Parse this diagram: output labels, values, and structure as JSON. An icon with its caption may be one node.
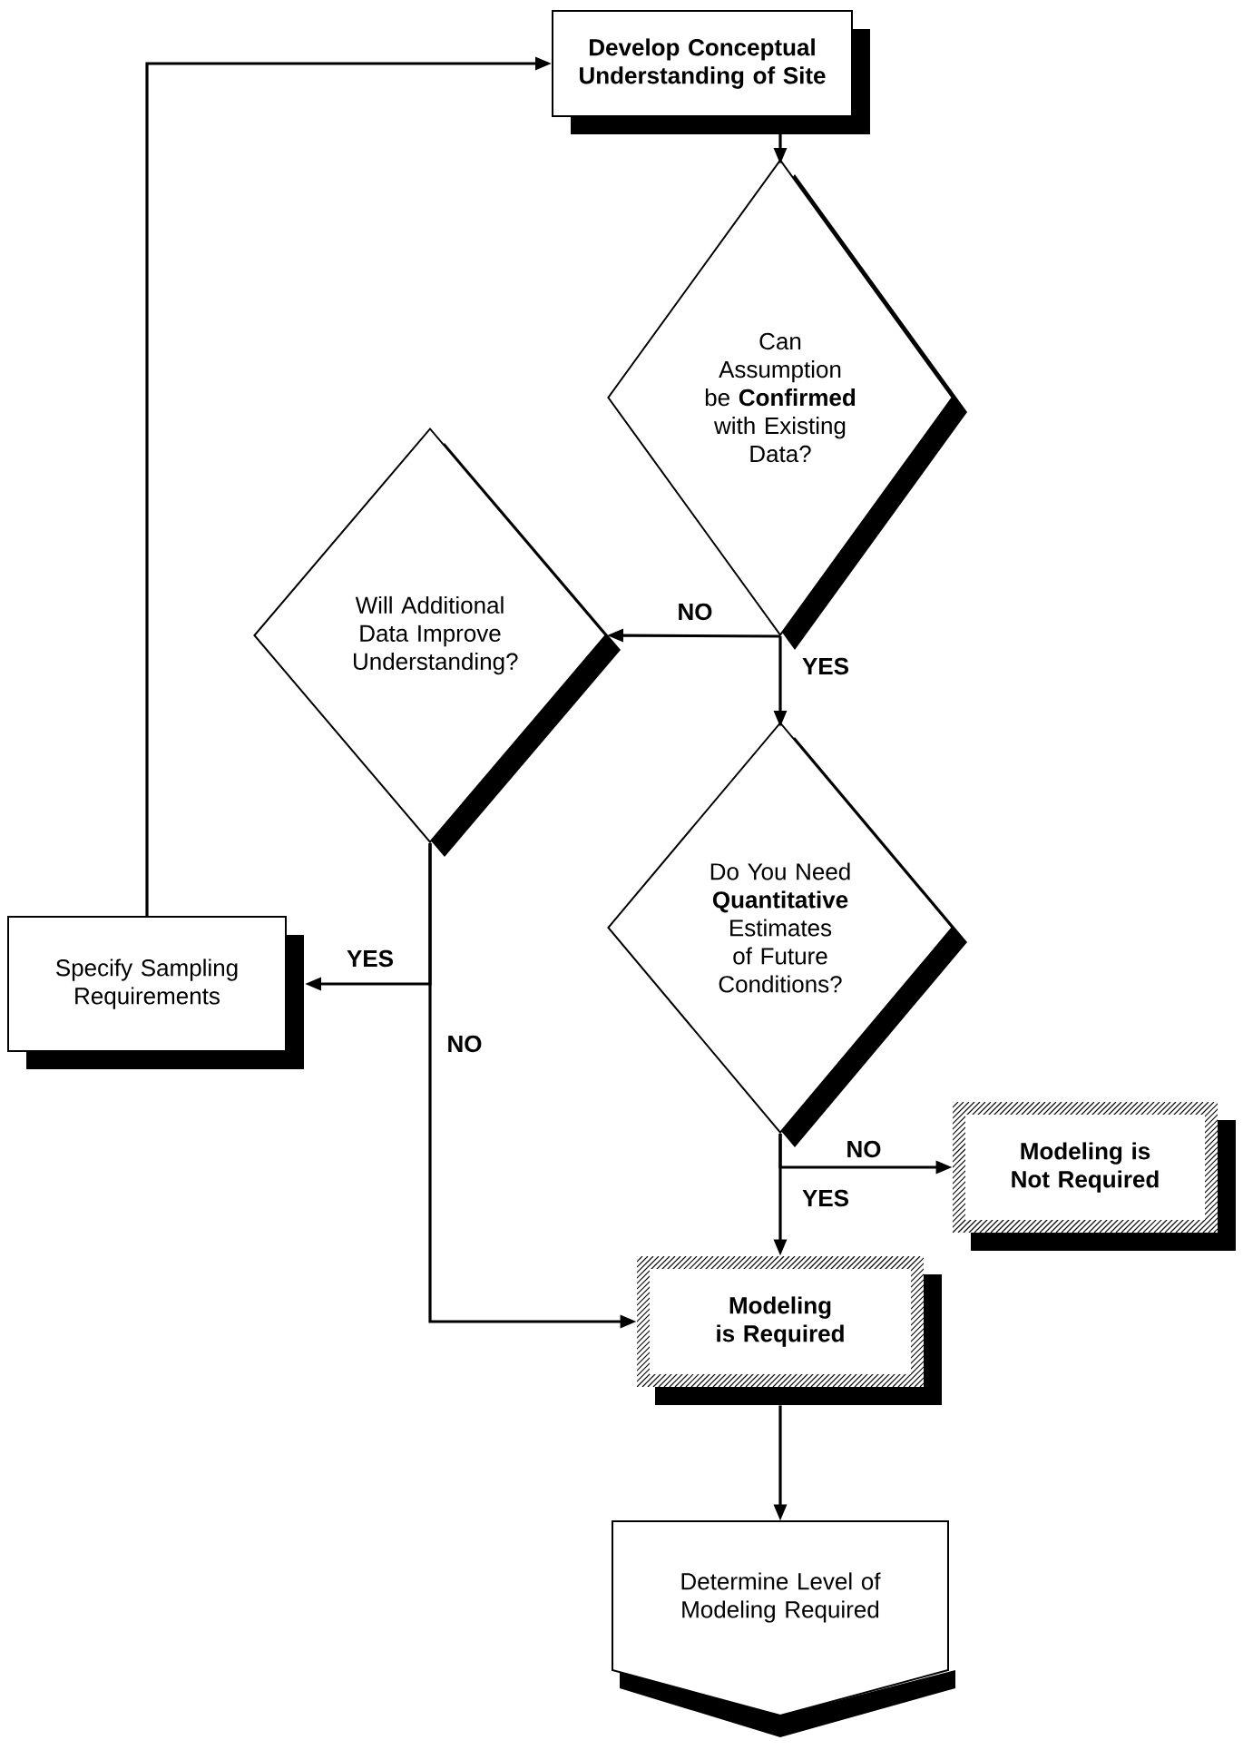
{
  "diagram": {
    "nodes": [
      {
        "text": [
          "Develop Conceptual Understanding of Site"
        ]
      },
      {
        "text": [
          "Can Assumption be **Confirmed** with Existing Data?"
        ]
      },
      {
        "text": [
          "Will Additional Data Improve Understanding?"
        ]
      },
      {
        "text": [
          "Do You Need **Quantitative** Estimates of Future Conditions?"
        ]
      },
      {
        "text": [
          "Specify Sampling Requirements"
        ]
      },
      {
        "text": [
          "Modeling is Not Required"
        ]
      },
      {
        "text": [
          "Modeling is Required"
        ]
      },
      {
        "text": [
          "Determine Level of Modeling Required"
        ]
      }
    ],
    "edges": [
      {
        "from": 0,
        "to": 1,
        "arrow": "to"
      },
      {
        "from": 1,
        "to": 2,
        "arrow": "to",
        "label": "NO"
      },
      {
        "from": 1,
        "to": 3,
        "arrow": "to",
        "label": "YES"
      },
      {
        "from": 2,
        "to": 4,
        "arrow": "to",
        "label": "YES"
      },
      {
        "from": 2,
        "to": 6,
        "arrow": "to",
        "label": "NO"
      },
      {
        "from": 4,
        "to": 0,
        "arrow": "to"
      },
      {
        "from": 3,
        "to": 5,
        "arrow": "to",
        "label": "NO"
      },
      {
        "from": 3,
        "to": 6,
        "arrow": "to",
        "label": "YES"
      },
      {
        "from": 6,
        "to": 7,
        "arrow": "to"
      }
    ]
  }
}
